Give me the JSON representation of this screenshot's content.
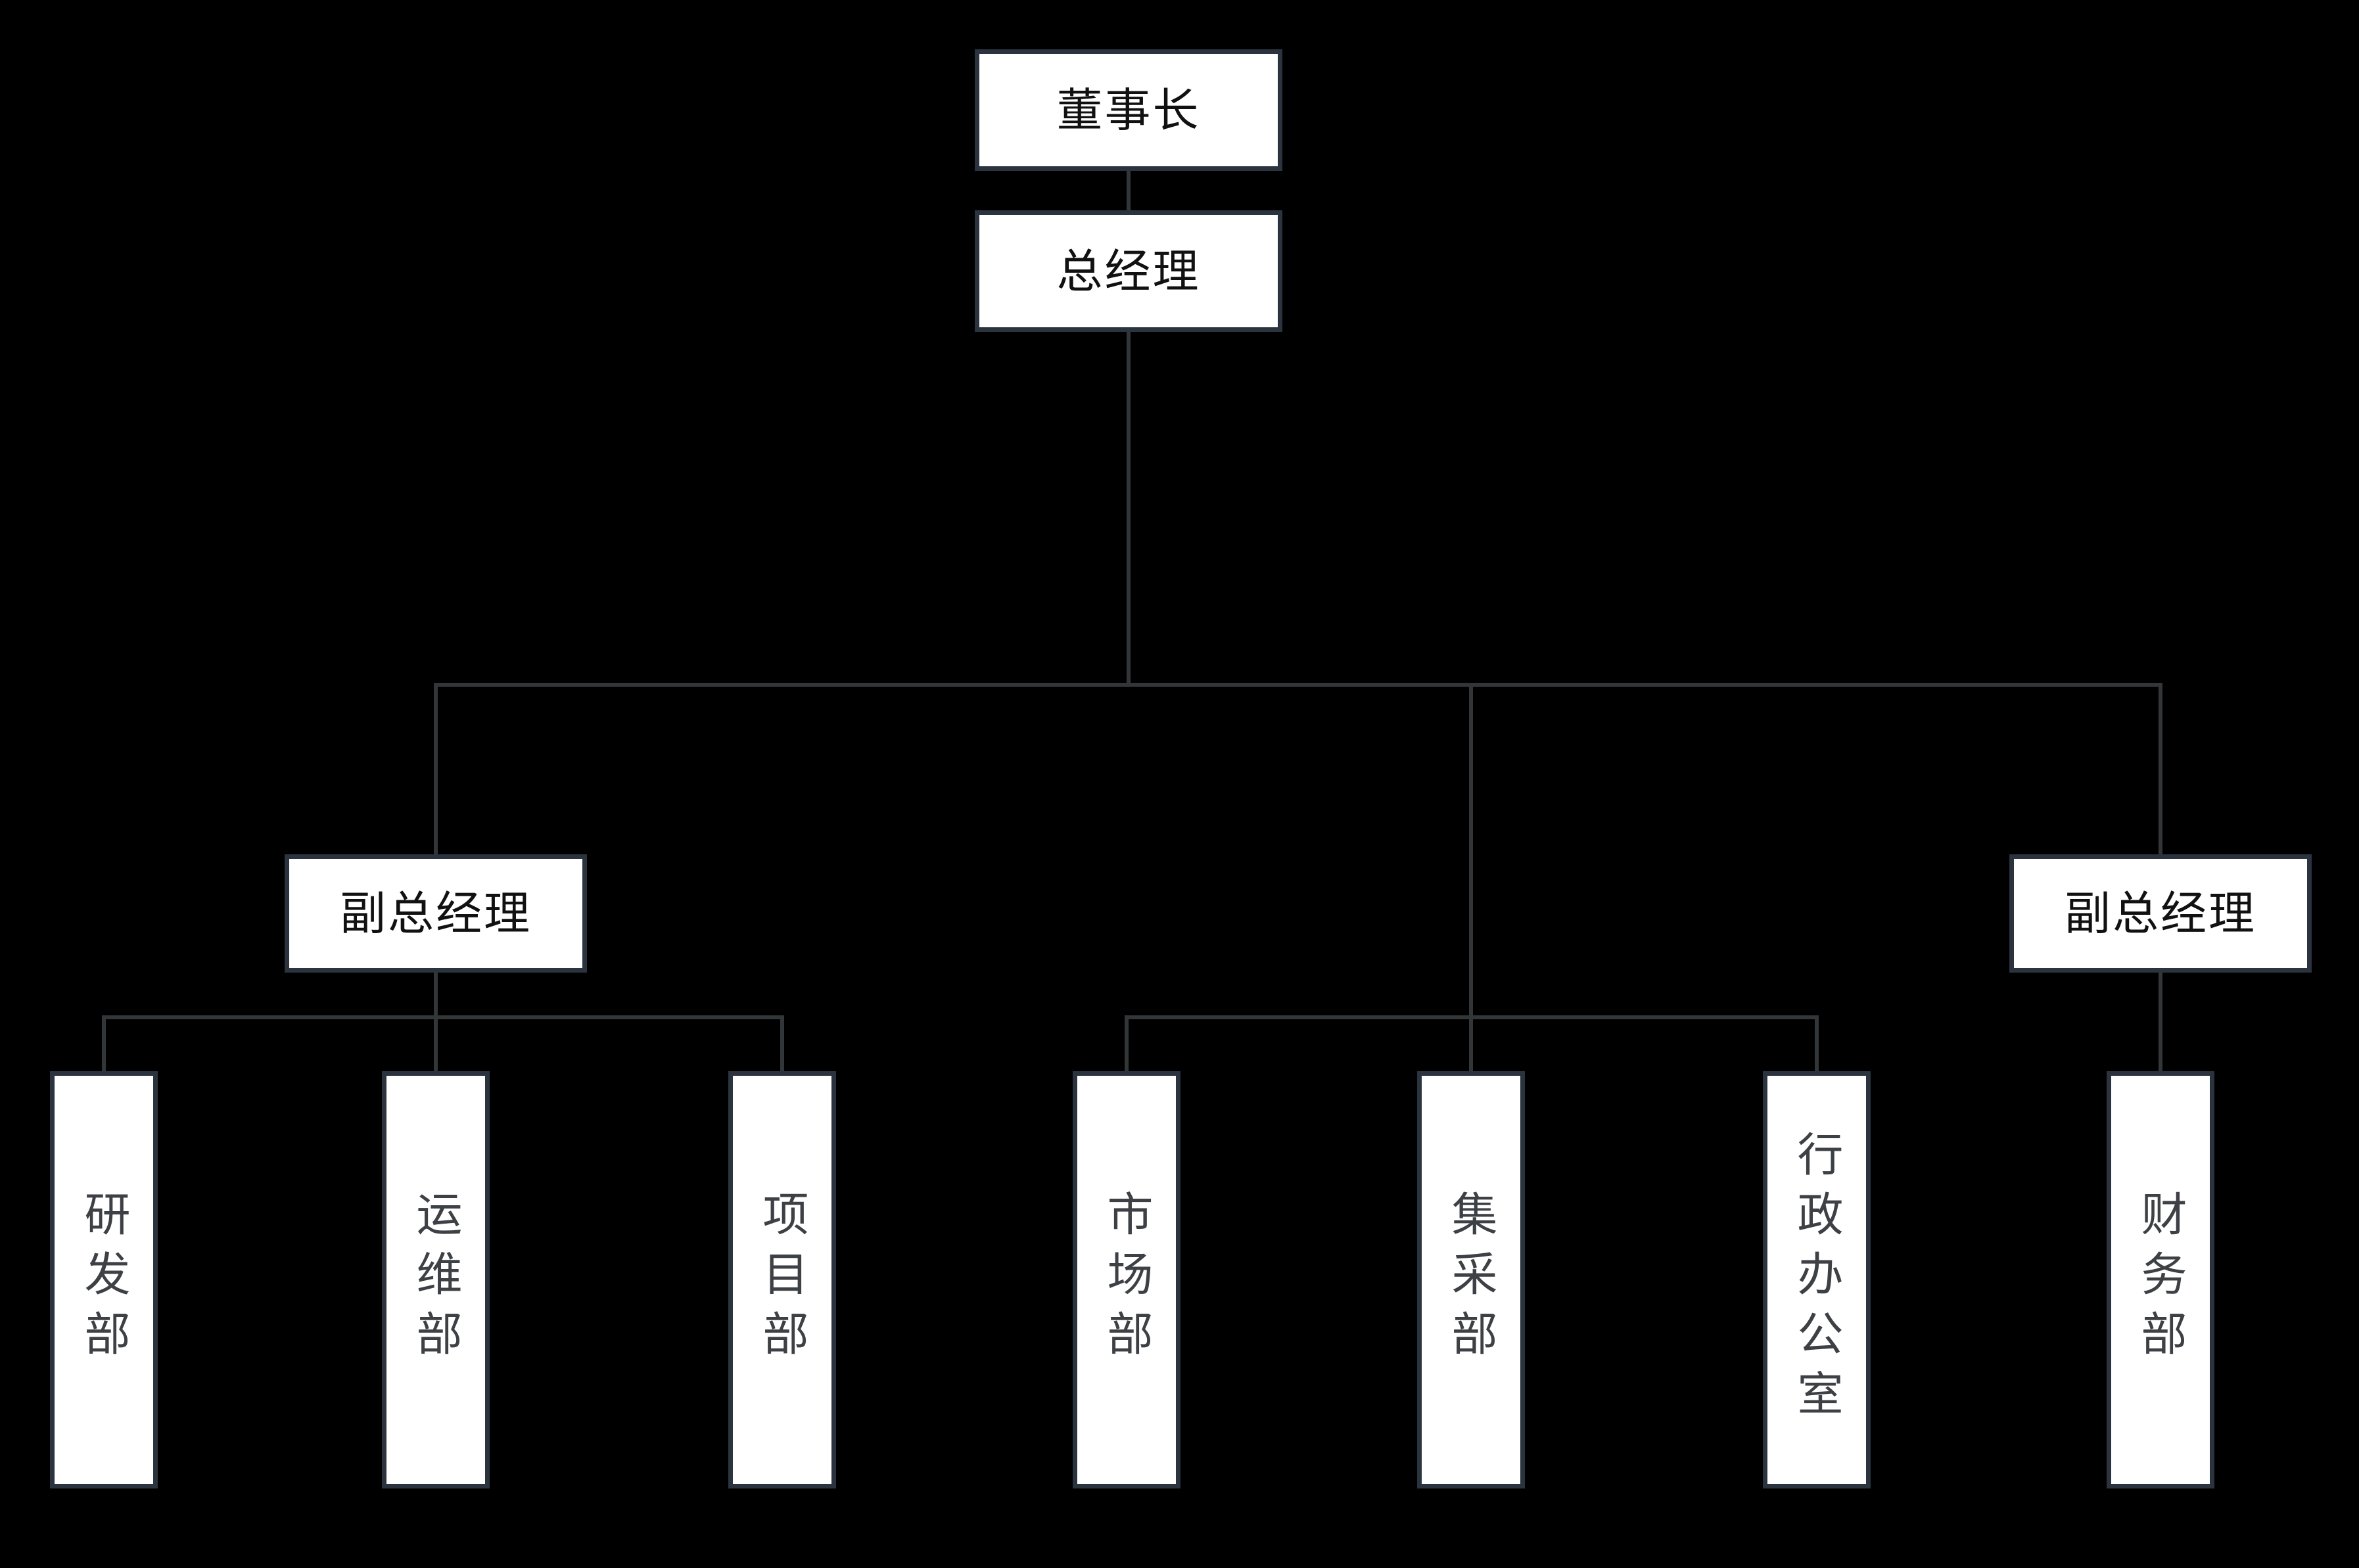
{
  "colors": {
    "background": "#000000",
    "node_fill": "#ffffff",
    "node_border": "#2b333e",
    "connector": "#333638",
    "exec_text": "#111111",
    "dept_text": "#3d4045"
  },
  "org_chart": {
    "chairman": {
      "label": "董事长"
    },
    "general_manager": {
      "label": "总经理"
    },
    "deputy_general_manager_left": {
      "label": "副总经理"
    },
    "deputy_general_manager_right": {
      "label": "副总经理"
    },
    "departments": [
      {
        "label": "研发部"
      },
      {
        "label": "运维部"
      },
      {
        "label": "项目部"
      },
      {
        "label": "市场部"
      },
      {
        "label": "集采部"
      },
      {
        "label": "行政办公室"
      },
      {
        "label": "财务部"
      }
    ]
  }
}
